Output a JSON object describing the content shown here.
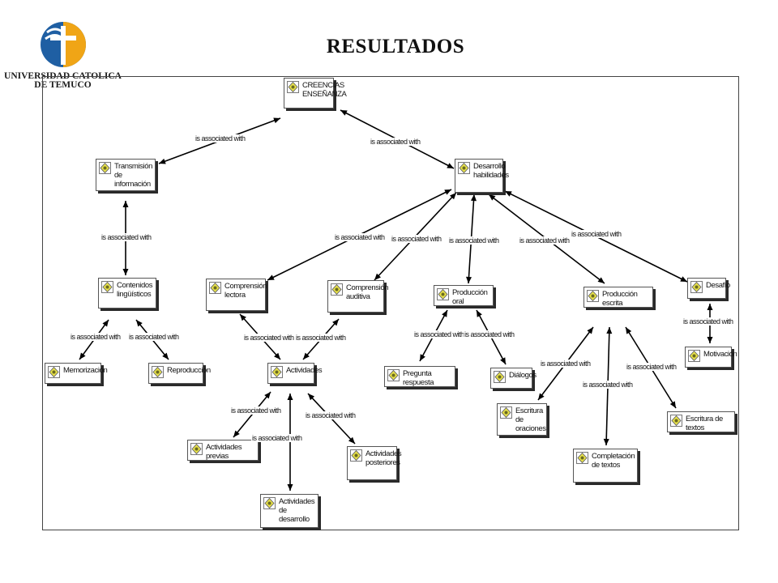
{
  "header": {
    "title": "RESULTADOS",
    "institution_line1": "UNIVERSIDAD CATOLICA",
    "institution_line2": "DE TEMUCO"
  },
  "colors": {
    "logo_blue": "#1f5fa3",
    "logo_gold": "#f0a516",
    "node_icon": "#e6e04a"
  },
  "map": {
    "nodes": {
      "creencias": "CREENCIAS ENSEÑANZA",
      "transmision": "Transmisión de información",
      "desarrollo": "Desarrollo habilidades",
      "contenidos": "Contenidos lingüísticos",
      "comp_lectora": "Comprensión lectora",
      "comp_auditiva": "Comprensión auditiva",
      "prod_oral": "Producción oral",
      "prod_escrita": "Producción escrita",
      "desafio": "Desafío",
      "memorizacion": "Memorización",
      "reproduccion": "Reproducción",
      "actividades": "Actividades",
      "pregunta": "Pregunta respuesta",
      "dialogos": "Diálogos",
      "motivacion": "Motivación",
      "escritura_oraciones": "Escritura de oraciones",
      "escritura_textos": "Escritura de textos",
      "act_previas": "Actividades previas",
      "act_posteriores": "Actividades posteriores",
      "completacion": "Completación de textos",
      "act_desarrollo": "Actividades de desarrollo"
    },
    "link_label": "is associated with"
  }
}
